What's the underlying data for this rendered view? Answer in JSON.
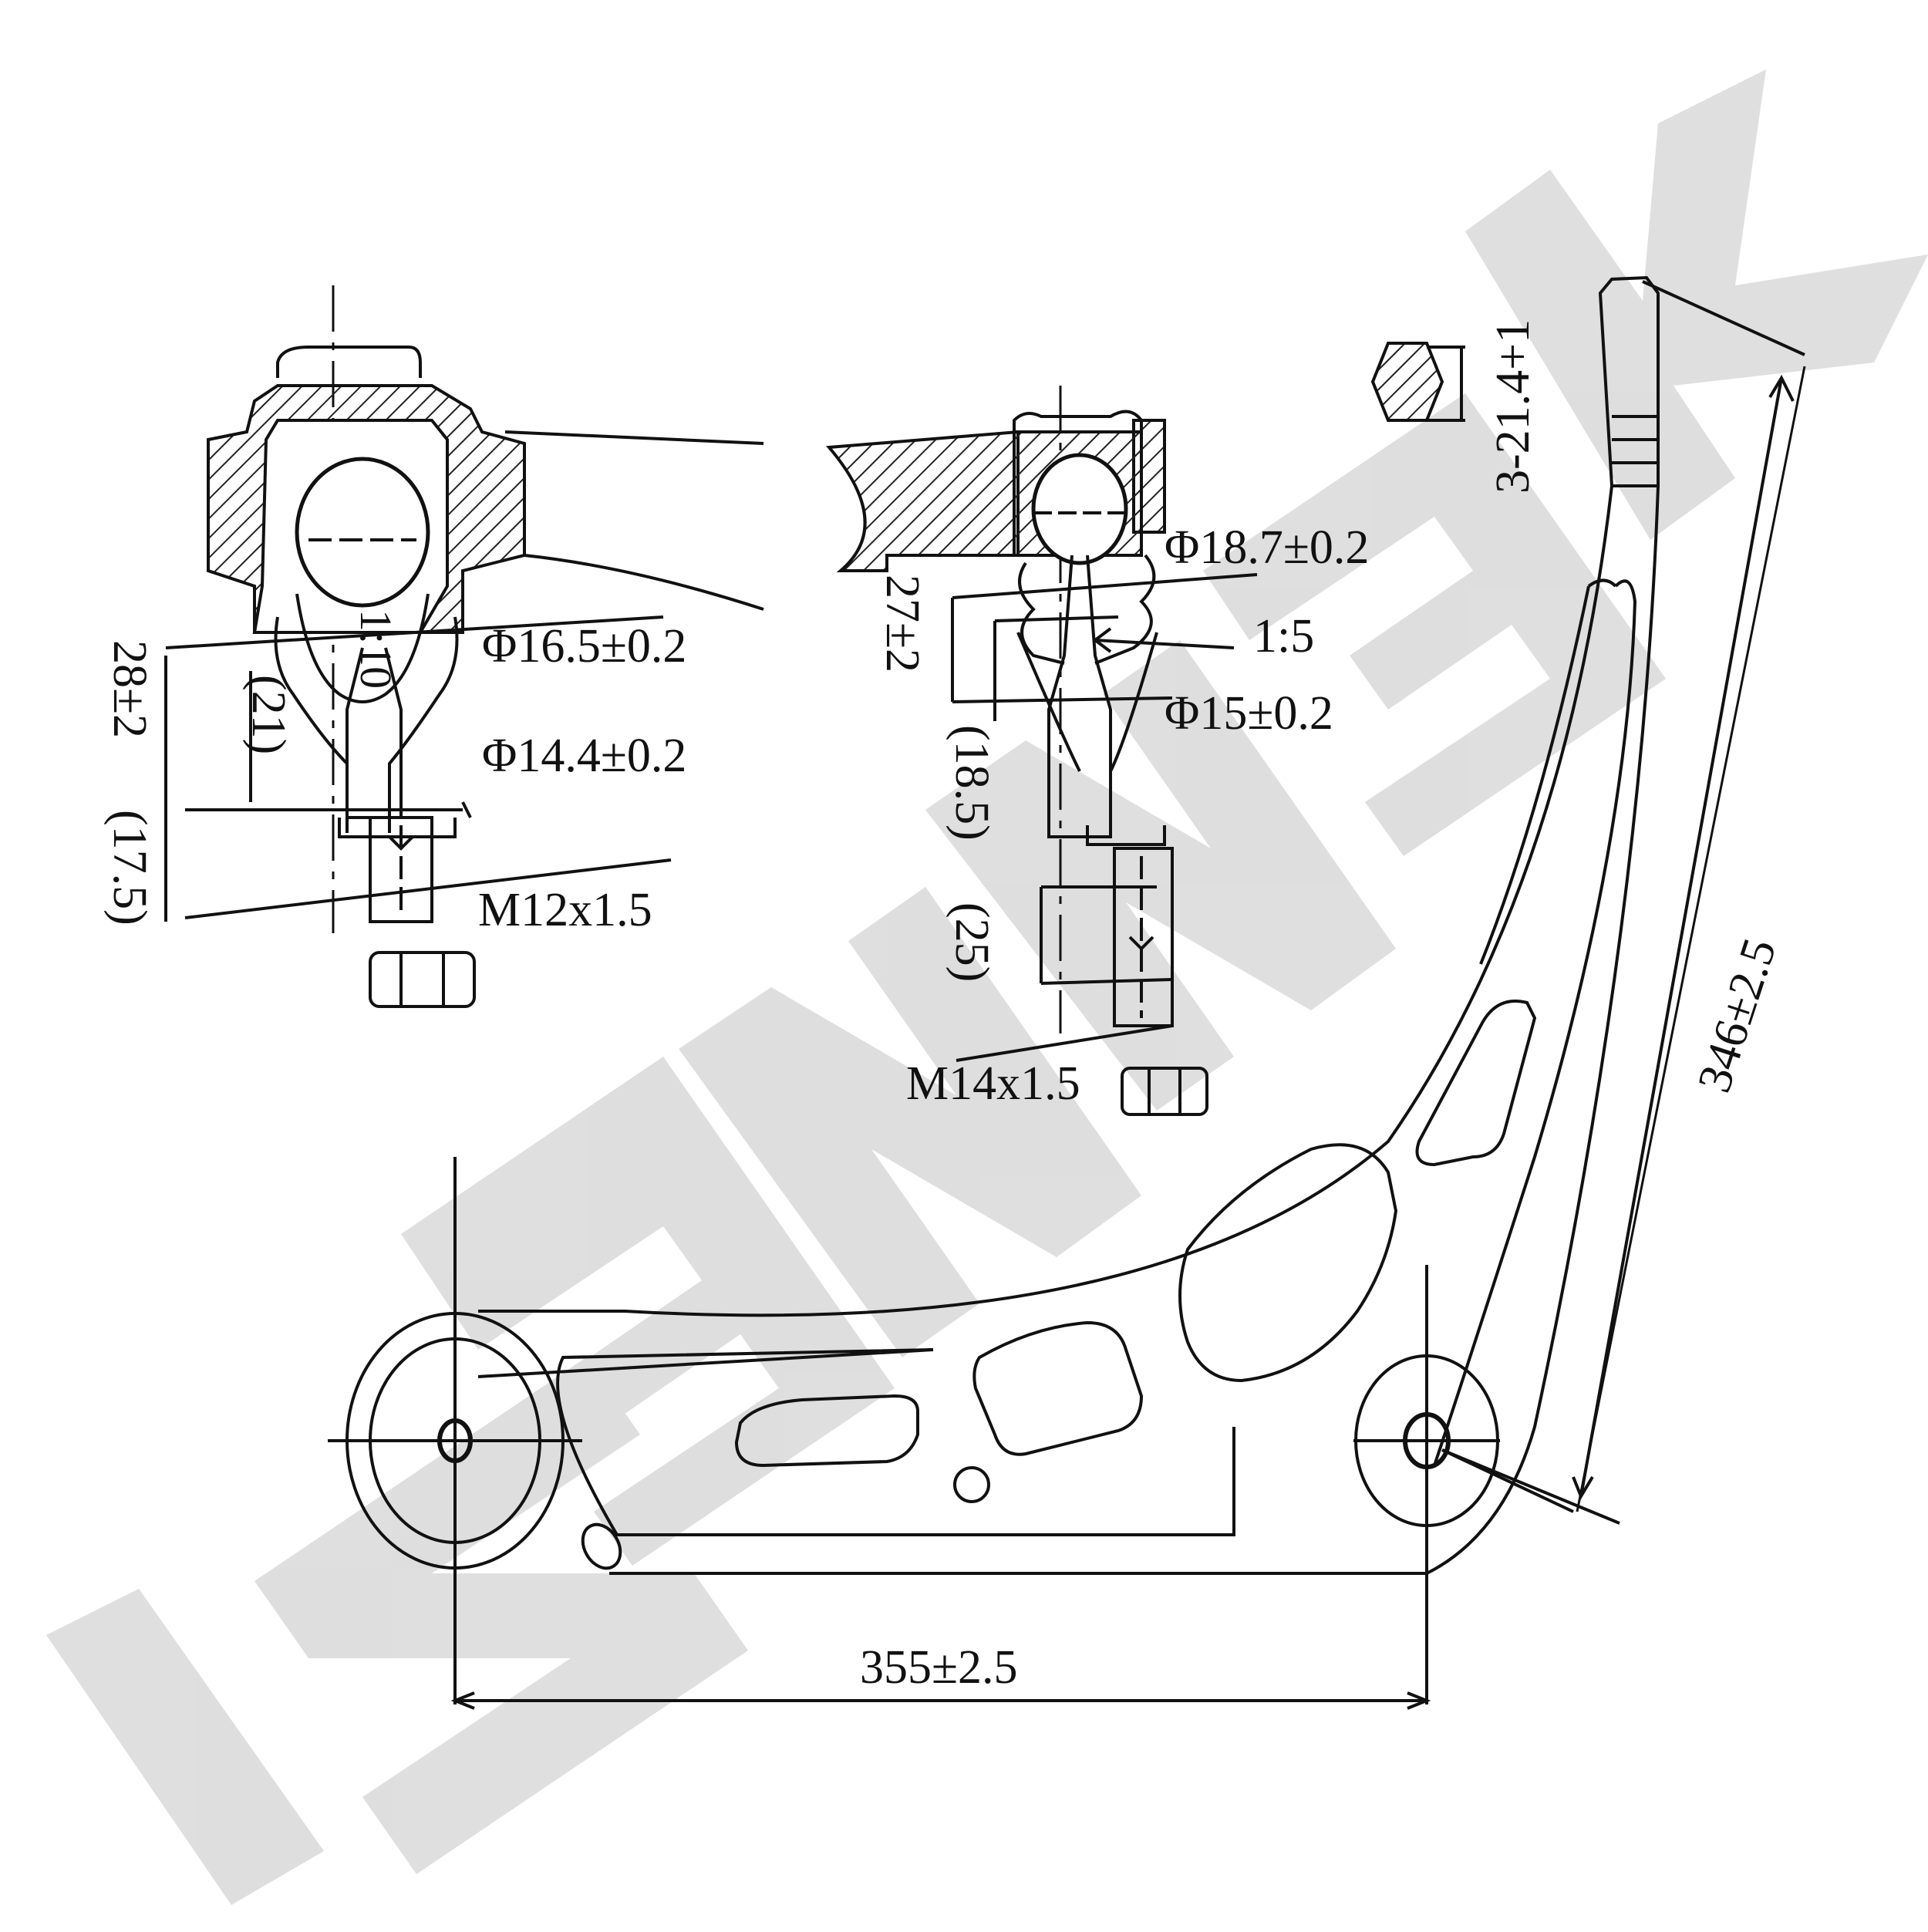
{
  "watermark": {
    "text": "ZENNEK",
    "color": "#d9d9d9"
  },
  "ball_joint_left": {
    "diameter_upper": "Φ16.5±0.2",
    "diameter_lower": "Φ14.4±0.2",
    "height_total": "28±2",
    "height_inner": "(21)",
    "height_lower": "(17.5)",
    "taper": "1:10",
    "thread": "M12x1.5"
  },
  "ball_joint_right": {
    "diameter_upper": "Φ18.7±0.2",
    "taper": "1:5",
    "diameter_lower": "Φ15±0.2",
    "height_total": "27±2",
    "height_inner": "(18.5)",
    "height_lower": "(25)",
    "thread": "M14x1.5"
  },
  "arm": {
    "end_hex_dim": "3-21.4+1",
    "arm_length": "346±2.5",
    "bushing_distance": "355±2.5"
  },
  "colors": {
    "line": "#111111",
    "hatch": "#333333",
    "watermark": "#d9d9d9"
  }
}
